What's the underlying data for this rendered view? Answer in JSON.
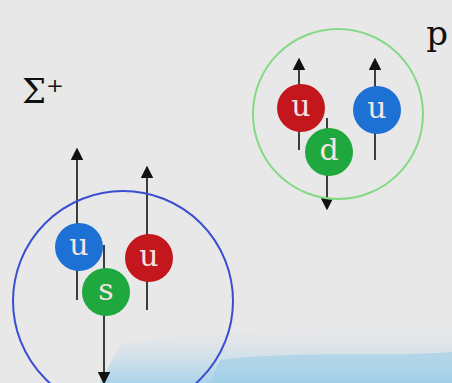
{
  "diagram": {
    "nodes": [
      {
        "text": [
          "p"
        ]
      },
      {
        "text": [
          "u"
        ],
        "in": 0
      },
      {
        "text": [
          "u"
        ],
        "in": 0
      },
      {
        "text": [
          "d"
        ],
        "in": 0
      },
      {
        "text": [
          "Σ⁺"
        ]
      },
      {
        "text": [
          "u"
        ],
        "in": 4
      },
      {
        "text": [
          "u"
        ],
        "in": 4
      },
      {
        "text": [
          "s"
        ],
        "in": 4
      }
    ]
  }
}
